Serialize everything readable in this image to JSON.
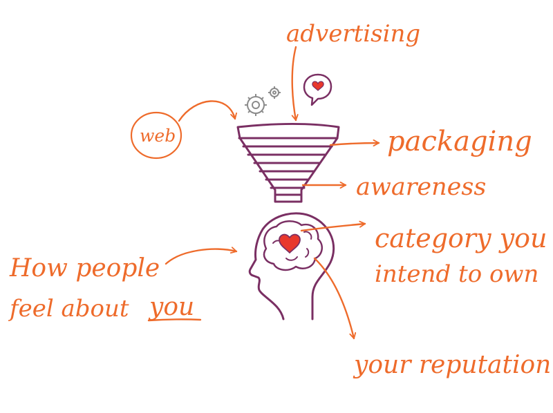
{
  "colors": {
    "orange": "#ee6b2b",
    "purple": "#7a2f63",
    "heart_red": "#e8382c",
    "gear_gray": "#8b8b8b"
  },
  "icons": [
    "gear-icon",
    "heart-bubble-icon",
    "funnel-icon",
    "head-profile-icon",
    "brain-heart-icon"
  ],
  "labels": {
    "advertising": "advertising",
    "web": "web",
    "packaging": "packaging",
    "awareness": "awareness",
    "category_line1": "category you",
    "category_line2": "intend to own",
    "feel_line1": "How people",
    "feel_line2": "feel about",
    "feel_you": "you",
    "reputation": "your reputation"
  }
}
